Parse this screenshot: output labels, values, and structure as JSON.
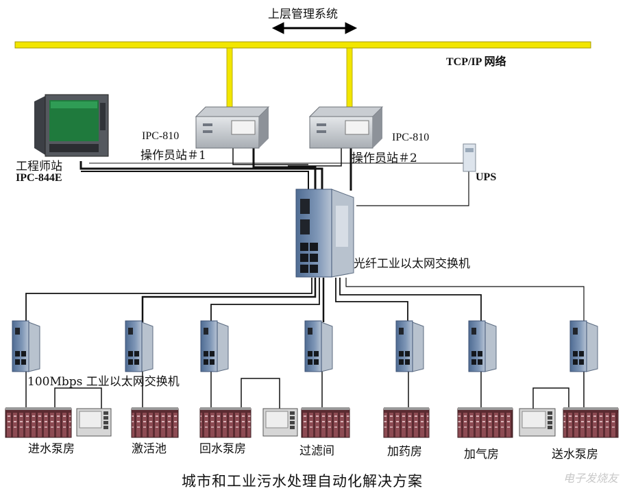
{
  "labels": {
    "upper_system": "上层管理系统",
    "tcpip": "TCP/IP 网络",
    "ipc810_1": "IPC-810",
    "op1": "操作员站＃1",
    "ipc810_2": "IPC-810",
    "op2": "操作员站＃2",
    "engineer": "工程师站",
    "ipc844": "IPC-844E",
    "ups": "UPS",
    "fiber_switch": "光纤工业以太网交换机",
    "switch100": "100Mbps 工业以太网交换机",
    "caption": "城市和工业污水处理自动化解决方案"
  },
  "stations": [
    "进水泵房",
    "激活池",
    "回水泵房",
    "过滤间",
    "加药房",
    "加气房",
    "送水泵房"
  ],
  "watermark": "电子发烧友",
  "colors": {
    "bus": "#f2e600",
    "cable": "#111111",
    "switch": "#6d86a8",
    "plc": "#7a3d44"
  }
}
